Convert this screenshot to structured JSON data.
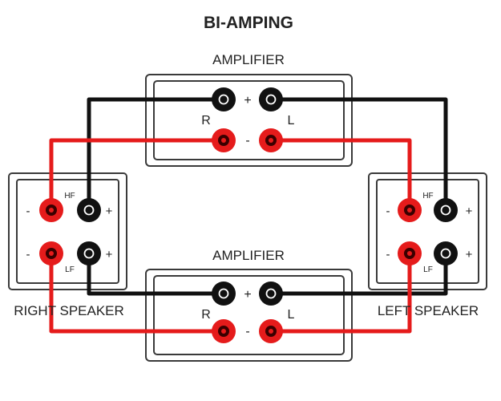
{
  "title": "BI-AMPING",
  "amplifiers": [
    {
      "label": "AMPLIFIER",
      "channel_left": "R",
      "channel_right": "L",
      "plus_sign": "+",
      "minus_sign": "-"
    },
    {
      "label": "AMPLIFIER",
      "channel_left": "R",
      "channel_right": "L",
      "plus_sign": "+",
      "minus_sign": "-"
    }
  ],
  "right_speaker": {
    "label": "RIGHT SPEAKER",
    "hf": "HF",
    "lf": "LF",
    "plus_sign": "+",
    "minus_sign": "-"
  },
  "left_speaker": {
    "label": "LEFT SPEAKER",
    "hf": "HF",
    "lf": "LF",
    "plus_sign": "+",
    "minus_sign": "-"
  },
  "colors": {
    "positive_wire": "#111111",
    "negative_wire": "#e51b1b",
    "frame": "#3a3a3a"
  }
}
